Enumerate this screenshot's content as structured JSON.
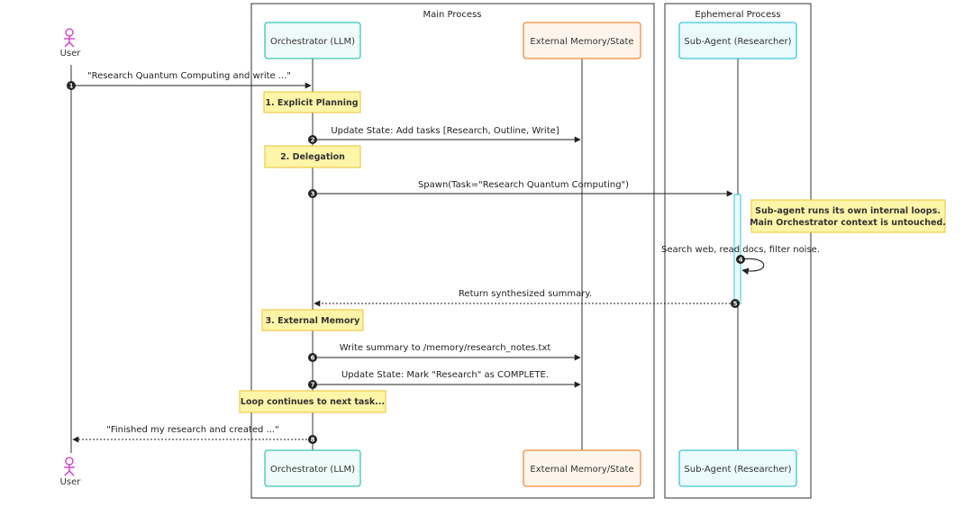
{
  "groups": {
    "main": "Main Process",
    "ephemeral": "Ephemeral Process"
  },
  "participants": {
    "user": "User",
    "orchestrator": "Orchestrator (LLM)",
    "memory": "External Memory/State",
    "subagent": "Sub-Agent (Researcher)"
  },
  "messages": [
    {
      "num": "1",
      "text": "\"Research Quantum Computing and write ...\""
    },
    {
      "num": "2",
      "text": "Update State: Add tasks [Research, Outline, Write]"
    },
    {
      "num": "3",
      "text": "Spawn(Task=\"Research Quantum Computing\")"
    },
    {
      "num": "4",
      "text": "Search web, read docs, filter noise."
    },
    {
      "num": "5",
      "text": "Return synthesized summary."
    },
    {
      "num": "6",
      "text": "Write summary to /memory/research_notes.txt"
    },
    {
      "num": "7",
      "text": "Update State: Mark \"Research\" as COMPLETE."
    },
    {
      "num": "8",
      "text": "\"Finished my research and created ...\""
    }
  ],
  "notes": {
    "planning": "1. Explicit Planning",
    "delegation": "2. Delegation",
    "subagent_line1": "Sub-agent runs its own internal loops.",
    "subagent_line2": "Main Orchestrator context is untouched.",
    "external_memory": "3. External Memory",
    "loop": "Loop continues to next task..."
  },
  "colors": {
    "orchestrator_border": "#3cc8b0",
    "orchestrator_fill": "#eefbf8",
    "memory_border": "#f08a3c",
    "memory_fill": "#fff5ec",
    "subagent_border": "#3cc6d8",
    "subagent_fill": "#ebfafd",
    "actor": "#cc33cc",
    "note_fill": "#fff5a8",
    "note_border": "#e8c233",
    "arrow": "#222222"
  }
}
